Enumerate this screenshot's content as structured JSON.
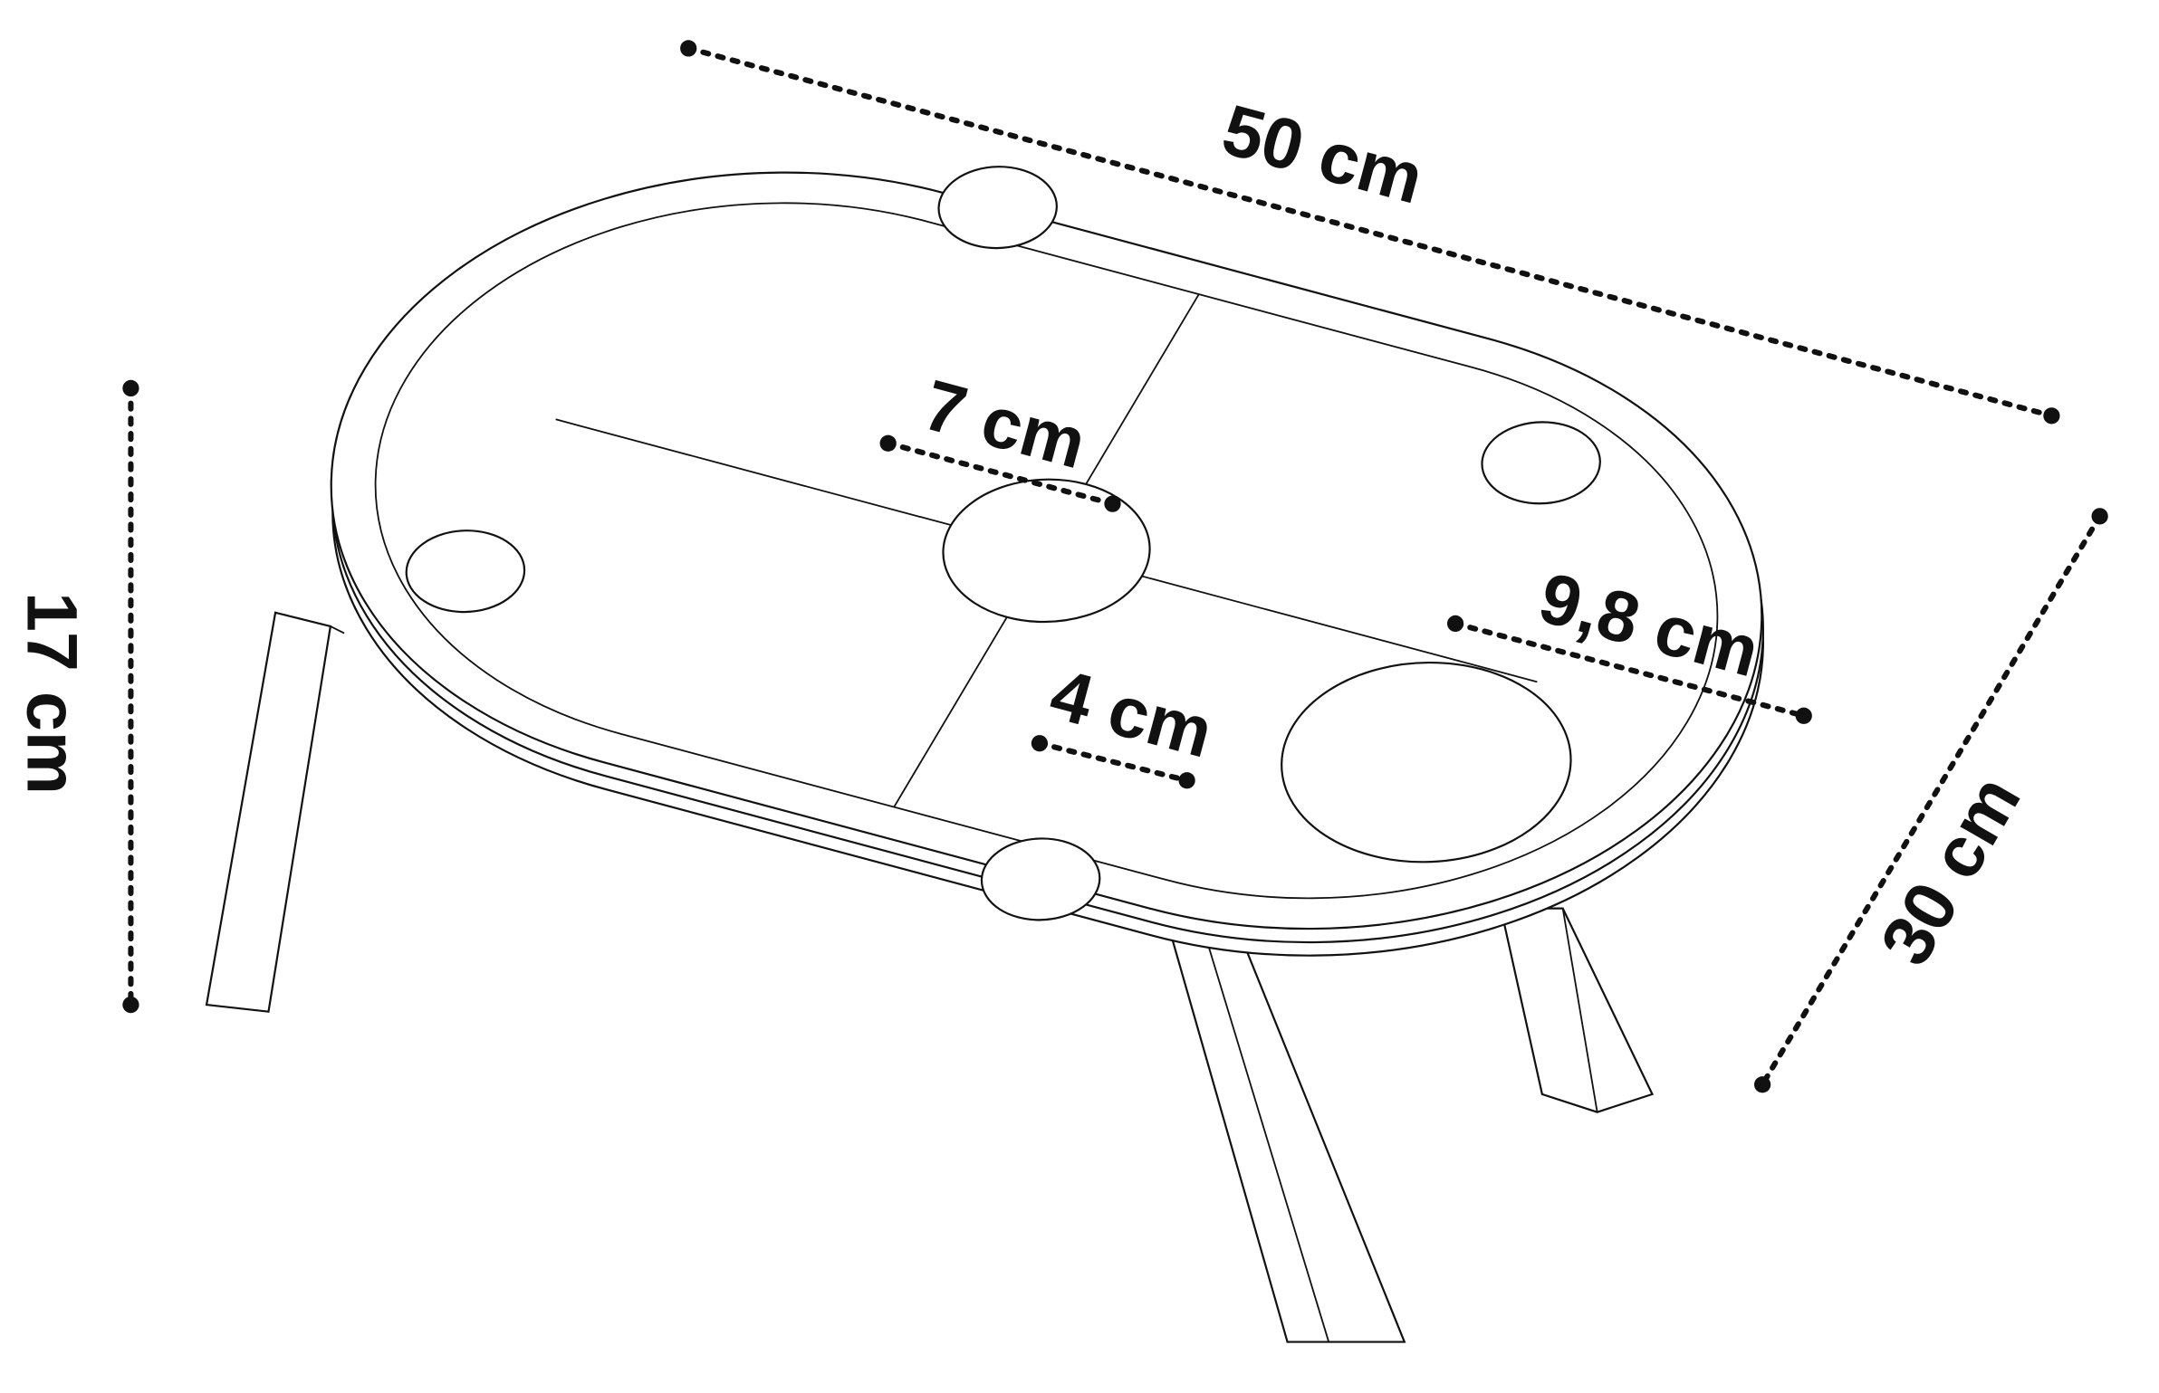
{
  "title": "Folding wine table dimensions",
  "dimensions": {
    "length": "50 cm",
    "width": "30 cm",
    "height": "17 cm",
    "center_hole": "7 cm",
    "bottle_hole": "9,8 cm",
    "glass_slot": "4 cm"
  }
}
